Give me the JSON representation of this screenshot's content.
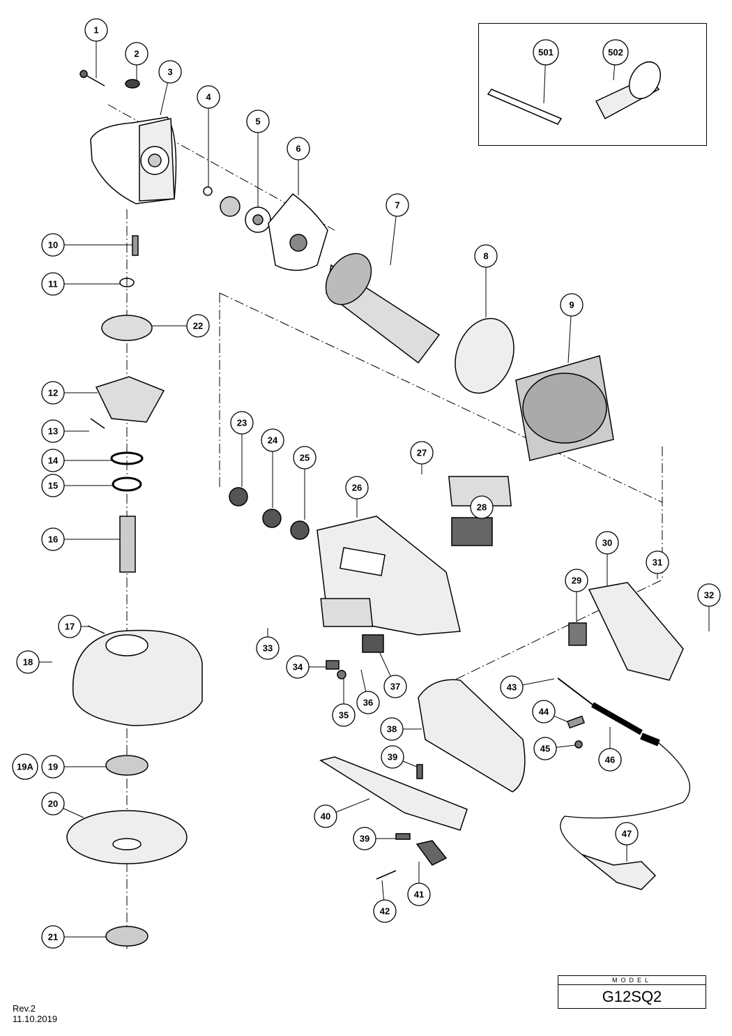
{
  "parts": [
    {
      "id": "1",
      "label": "1"
    },
    {
      "id": "2",
      "label": "2"
    },
    {
      "id": "3",
      "label": "3"
    },
    {
      "id": "4",
      "label": "4"
    },
    {
      "id": "5",
      "label": "5"
    },
    {
      "id": "6",
      "label": "6"
    },
    {
      "id": "7",
      "label": "7"
    },
    {
      "id": "8",
      "label": "8"
    },
    {
      "id": "9",
      "label": "9"
    },
    {
      "id": "10",
      "label": "10"
    },
    {
      "id": "11",
      "label": "11"
    },
    {
      "id": "12",
      "label": "12"
    },
    {
      "id": "13",
      "label": "13"
    },
    {
      "id": "14",
      "label": "14"
    },
    {
      "id": "15",
      "label": "15"
    },
    {
      "id": "16",
      "label": "16"
    },
    {
      "id": "17",
      "label": "17"
    },
    {
      "id": "18",
      "label": "18"
    },
    {
      "id": "19",
      "label": "19"
    },
    {
      "id": "19A",
      "label": "19A"
    },
    {
      "id": "20",
      "label": "20"
    },
    {
      "id": "21",
      "label": "21"
    },
    {
      "id": "22",
      "label": "22"
    },
    {
      "id": "23",
      "label": "23"
    },
    {
      "id": "24",
      "label": "24"
    },
    {
      "id": "25",
      "label": "25"
    },
    {
      "id": "26",
      "label": "26"
    },
    {
      "id": "27",
      "label": "27"
    },
    {
      "id": "28",
      "label": "28"
    },
    {
      "id": "29",
      "label": "29"
    },
    {
      "id": "30",
      "label": "30"
    },
    {
      "id": "31",
      "label": "31"
    },
    {
      "id": "32",
      "label": "32"
    },
    {
      "id": "33",
      "label": "33"
    },
    {
      "id": "34",
      "label": "34"
    },
    {
      "id": "35",
      "label": "35"
    },
    {
      "id": "36",
      "label": "36"
    },
    {
      "id": "37",
      "label": "37"
    },
    {
      "id": "38",
      "label": "38"
    },
    {
      "id": "39",
      "label": "39"
    },
    {
      "id": "39b",
      "label": "39"
    },
    {
      "id": "40",
      "label": "40"
    },
    {
      "id": "41",
      "label": "41"
    },
    {
      "id": "42",
      "label": "42"
    },
    {
      "id": "43",
      "label": "43"
    },
    {
      "id": "44",
      "label": "44"
    },
    {
      "id": "45",
      "label": "45"
    },
    {
      "id": "46",
      "label": "46"
    },
    {
      "id": "47",
      "label": "47"
    },
    {
      "id": "501",
      "label": "501"
    },
    {
      "id": "502",
      "label": "502"
    }
  ],
  "model": {
    "caption": "MODEL",
    "value": "G12SQ2"
  },
  "revision": {
    "rev": "Rev.2",
    "date": "11.10.2019"
  }
}
